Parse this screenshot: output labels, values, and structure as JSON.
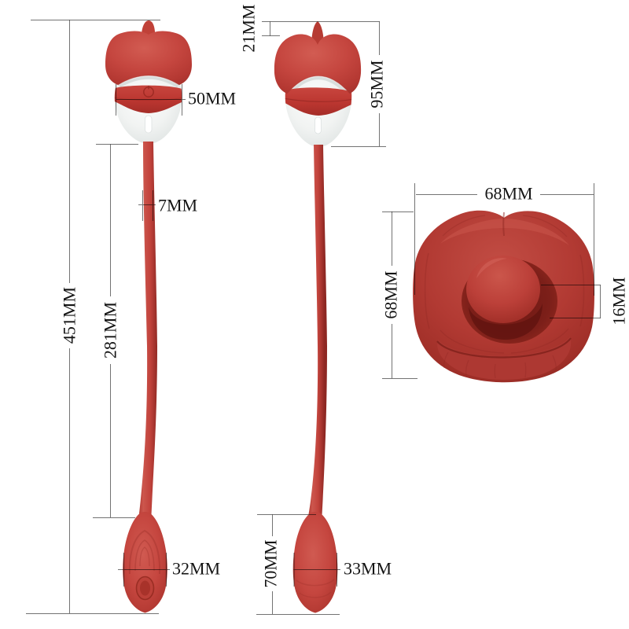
{
  "page": {
    "type": "product-dimension-diagram",
    "background": "#ffffff"
  },
  "colors": {
    "product_red": "#c2443d",
    "product_red_dark": "#a23330",
    "product_red_light": "#d4625a",
    "band_red": "#c03a34",
    "white_part": "#f2f4f3",
    "mouth_red": "#b23a33",
    "mouth_shadow": "#7c1e1a",
    "dimension_line": "#6e6e6e",
    "label_text": "#141414"
  },
  "measurements": {
    "left_total_length": "451MM",
    "left_cord_length": "281MM",
    "left_head_diameter": "50MM",
    "left_cord_thickness": "7MM",
    "left_tip_diameter": "32MM",
    "right_tongue_height": "21MM",
    "right_head_height": "95MM",
    "right_tip_length": "70MM",
    "right_tip_diameter": "33MM",
    "mouth_width": "68MM",
    "mouth_height": "68MM",
    "mouth_tongue_height": "16MM"
  }
}
